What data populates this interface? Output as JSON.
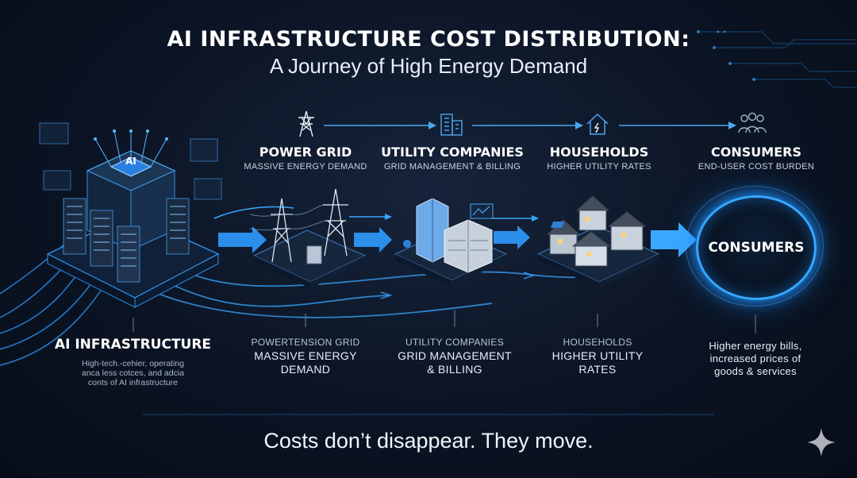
{
  "header": {
    "title": "AI INFRASTRUCTURE COST DISTRIBUTION:",
    "subtitle": "A Journey of High Energy Demand"
  },
  "server_badge": "AI",
  "stages": [
    {
      "title": "POWER GRID",
      "subtitle": "MASSIVE ENERGY DEMAND",
      "icon": "transmission-tower-icon",
      "lower_small": "POWERTENSION GRID",
      "lower_lines": [
        "MASSIVE ENERGY",
        "DEMAND"
      ]
    },
    {
      "title": "UTILITY COMPANIES",
      "subtitle": "GRID MANAGEMENT & BILLING",
      "icon": "building-icon",
      "lower_small": "UTILITY COMPANIES",
      "lower_lines": [
        "GRID MANAGEMENT",
        "& BILLING"
      ]
    },
    {
      "title": "HOUSEHOLDS",
      "subtitle": "HIGHER UTILITY RATES",
      "icon": "house-icon",
      "lower_small": "HOUSEHOLDS",
      "lower_lines": [
        "HIGHER UTILITY",
        "RATES"
      ]
    },
    {
      "title": "CONSUMERS",
      "subtitle": "END-USER COST BURDEN",
      "icon": "people-icon"
    }
  ],
  "consumers_circle": "CONSUMERS",
  "consumers_desc": [
    "Higher energy bills,",
    "increased prices of",
    "goods & services"
  ],
  "ai_infrastructure": {
    "title": "AI INFRASTRUCTURE",
    "desc": [
      "High-tech.-cehier, operating",
      "anca less cotces, and adcia",
      "conts of AI infrastructure"
    ]
  },
  "footer": "Costs don’t disappear. They move.",
  "colors": {
    "background": "#0b1424",
    "accent": "#36a8ff",
    "text": "#ffffff"
  }
}
